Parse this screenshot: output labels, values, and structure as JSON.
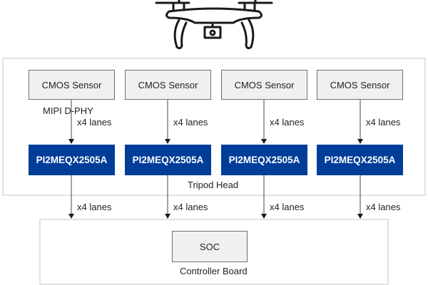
{
  "diagram": {
    "top_icon": "drone-icon",
    "tripod_head": {
      "label": "Tripod Head",
      "channels": [
        {
          "sensor": "CMOS Sensor",
          "link_label": "x4 lanes",
          "interface_label": "MIPI D-PHY",
          "redriver": "PI2MEQX2505A",
          "output_label": "x4 lanes"
        },
        {
          "sensor": "CMOS Sensor",
          "link_label": "x4 lanes",
          "redriver": "PI2MEQX2505A",
          "output_label": "x4 lanes"
        },
        {
          "sensor": "CMOS Sensor",
          "link_label": "x4 lanes",
          "redriver": "PI2MEQX2505A",
          "output_label": "x4 lanes"
        },
        {
          "sensor": "CMOS Sensor",
          "link_label": "x4 lanes",
          "redriver": "PI2MEQX2505A",
          "output_label": "x4 lanes"
        }
      ]
    },
    "controller_board": {
      "label": "Controller Board",
      "soc": "SOC"
    },
    "colors": {
      "redriver_fill": "#003d99",
      "sensor_fill": "#f0f0f0",
      "group_border": "#e2e2e2",
      "line": "#222222"
    }
  }
}
